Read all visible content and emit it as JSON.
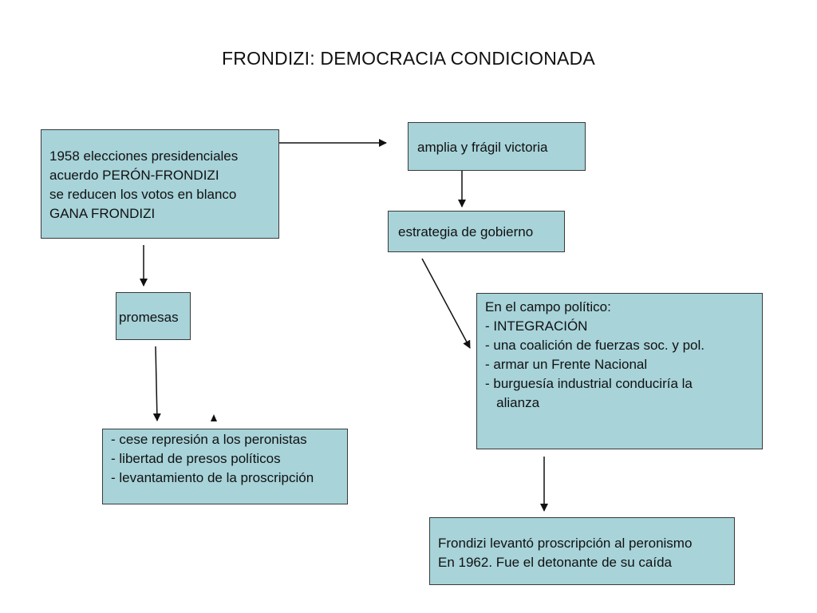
{
  "title": "FRONDIZI: DEMOCRACIA CONDICIONADA",
  "colors": {
    "box_fill": "#a7d3d9",
    "box_border": "#3a3a3a",
    "arrow": "#111111"
  },
  "boxes": {
    "elecciones": {
      "lines": [
        "1958 elecciones presidenciales",
        "acuerdo PERÓN-FRONDIZI",
        "se reducen los votos en blanco",
        "GANA FRONDIZI"
      ]
    },
    "victoria": {
      "lines": [
        "amplia y frágil victoria"
      ]
    },
    "estrategia": {
      "lines": [
        "estrategia de gobierno"
      ]
    },
    "promesas": {
      "lines": [
        "promesas"
      ]
    },
    "medidas": {
      "lines": [
        "- cese represión a los peronistas",
        "- libertad de presos políticos",
        "- levantamiento de la proscripción"
      ]
    },
    "politico": {
      "lines": [
        "En el campo político:",
        "- INTEGRACIÓN",
        "- una coalición de fuerzas soc. y pol.",
        "- armar un Frente Nacional",
        "- burguesía industrial conduciría la",
        "   alianza"
      ]
    },
    "frondizi": {
      "lines": [
        "Frondizi levantó proscripción al peronismo",
        "En 1962. Fue el detonante de su caída"
      ]
    }
  }
}
